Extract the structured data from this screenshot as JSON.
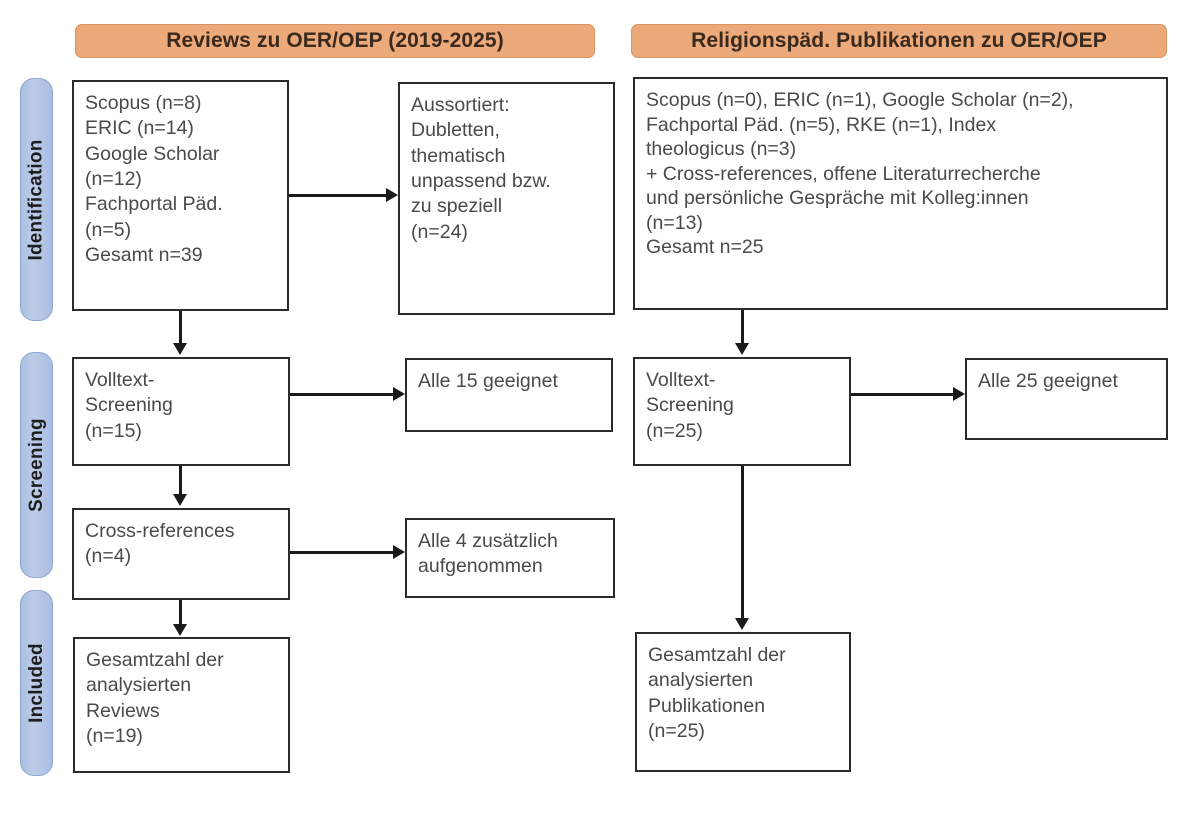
{
  "figure": {
    "type": "prisma-flow-diagram",
    "language": "de"
  },
  "columns": {
    "left": {
      "header": "Reviews zu OER/OEP (2019-2025)"
    },
    "right": {
      "header": "Religionspäd. Publikationen zu OER/OEP"
    }
  },
  "stages": [
    {
      "label": "Identification"
    },
    {
      "label": "Screening"
    },
    {
      "label": "Included"
    }
  ],
  "left_column": {
    "identification_sources": "Scopus (n=8)\nERIC (n=14)\nGoogle Scholar\n(n=12)\nFachportal Päd.\n(n=5)\nGesamt n=39",
    "excluded": "Aussortiert:\nDubletten,\nthematisch\nunpassend bzw.\nzu speziell\n(n=24)",
    "fulltext_screening": "Volltext-\nScreening\n(n=15)",
    "fulltext_result": "Alle 15 geeignet",
    "cross_references": "Cross-references\n(n=4)",
    "cross_references_result": "Alle 4 zusätzlich\naufgenommen",
    "included": "Gesamtzahl der\nanalysierten\nReviews\n(n=19)"
  },
  "right_column": {
    "identification_sources": "Scopus (n=0), ERIC (n=1), Google Scholar (n=2),\nFachportal Päd. (n=5), RKE (n=1), Index\ntheologicus (n=3)\n+ Cross-references, offene Literaturrecherche\nund persönliche Gespräche mit Kolleg:innen\n(n=13)\nGesamt n=25",
    "fulltext_screening": "Volltext-\nScreening\n(n=25)",
    "fulltext_result": "Alle 25 geeignet",
    "included": "Gesamtzahl der\nanalysierten\nPublikationen\n(n=25)"
  },
  "colors": {
    "header_orange": "#ECA97A",
    "stage_blue": "#b0c3e3",
    "box_border": "#2b2b2b",
    "text_gray": "#4a4a4a"
  }
}
